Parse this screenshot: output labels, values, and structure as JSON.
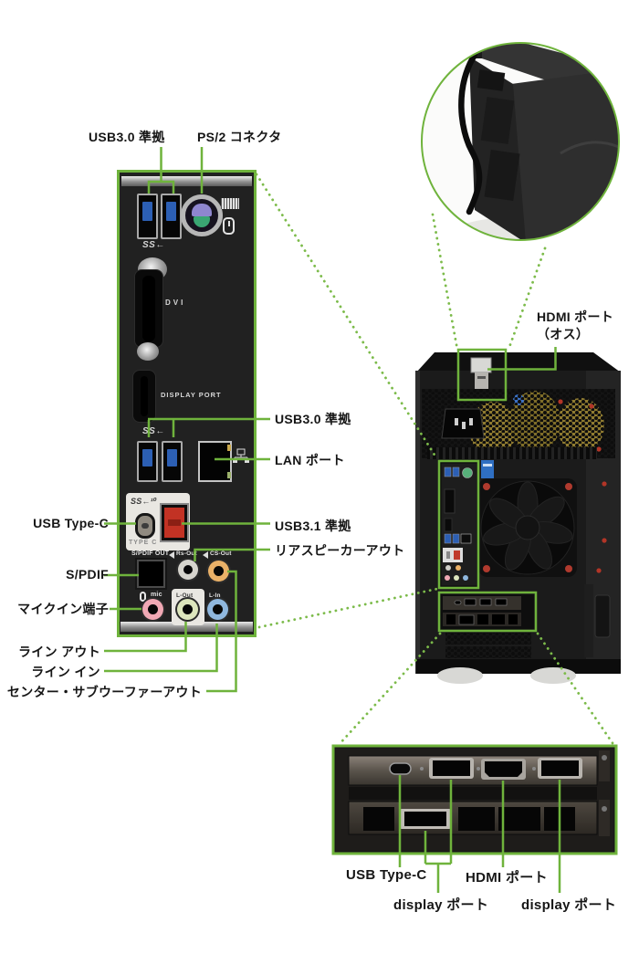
{
  "colors": {
    "accent_green": "#6fb33c"
  },
  "annotations": {
    "usb30_top": "USB3.0 準拠",
    "ps2_connector": "PS/2 コネクタ",
    "usb30_mid": "USB3.0 準拠",
    "lan_port": "LAN ポート",
    "usb_type_c": "USB Type-C",
    "usb31": "USB3.1 準拠",
    "rear_speaker_out": "リアスピーカーアウト",
    "spdif": "S/PDIF",
    "mic_in": "マイクイン端子",
    "line_out": "ライン アウト",
    "line_in": "ライン イン",
    "center_subwoofer_out": "センター・サブウーファーアウト",
    "hdmi_male_1": "HDMI ポート",
    "hdmi_male_2": "（オス）",
    "gpu_usb_type_c": "USB Type-C",
    "gpu_hdmi": "HDMI ポート",
    "gpu_display_left": "display ポート",
    "gpu_display_right": "display ポート"
  },
  "panel_markings": {
    "usb3_logo_top": "SS←",
    "dvi": "DVI",
    "display_port": "DISPLAY PORT",
    "usb3_logo_mid": "SS←",
    "usb31_logo": "SS←¹⁰",
    "type_c": "TYPE C",
    "spdif_out": "S/PDIF OUT",
    "rs_out": "Rs-Out",
    "cs_out": "CS-Out",
    "mic": "mic",
    "l_out": "L-Out",
    "l_in": "L-In"
  }
}
